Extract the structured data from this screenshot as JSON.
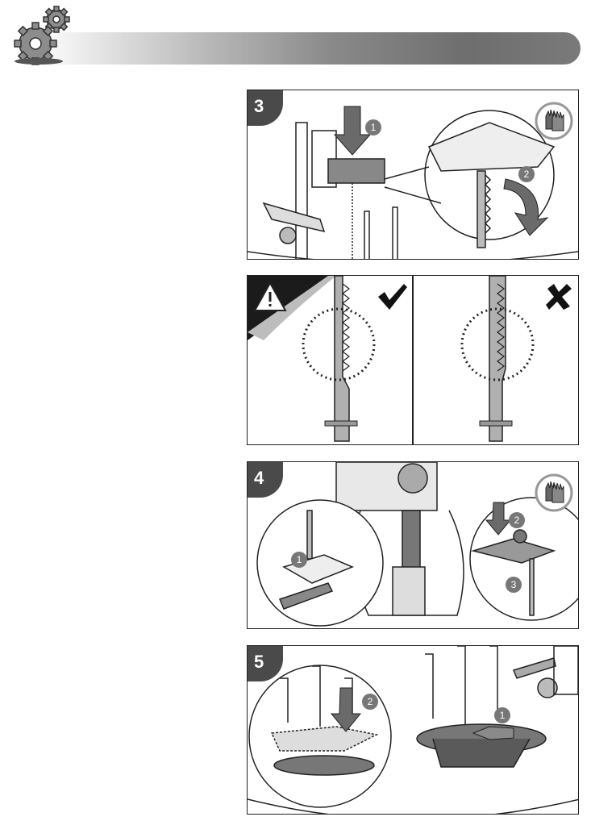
{
  "header": {
    "icon": "gears-icon",
    "colors": {
      "bar_start": "#ffffff",
      "bar_end": "#6e6e6e"
    }
  },
  "steps": [
    {
      "number": "3",
      "callouts": [
        "1",
        "2"
      ],
      "icon": "gloves-icon"
    },
    {
      "number": "",
      "icons": [
        "warning-icon",
        "check-icon",
        "cross-icon"
      ]
    },
    {
      "number": "4",
      "callouts": [
        "1",
        "2",
        "3"
      ],
      "icon": "gloves-icon"
    },
    {
      "number": "5",
      "callouts": [
        "1",
        "2"
      ]
    }
  ],
  "colors": {
    "badge": "#4a4a4a",
    "arrow": "#6a6a6a",
    "outline": "#222222"
  }
}
